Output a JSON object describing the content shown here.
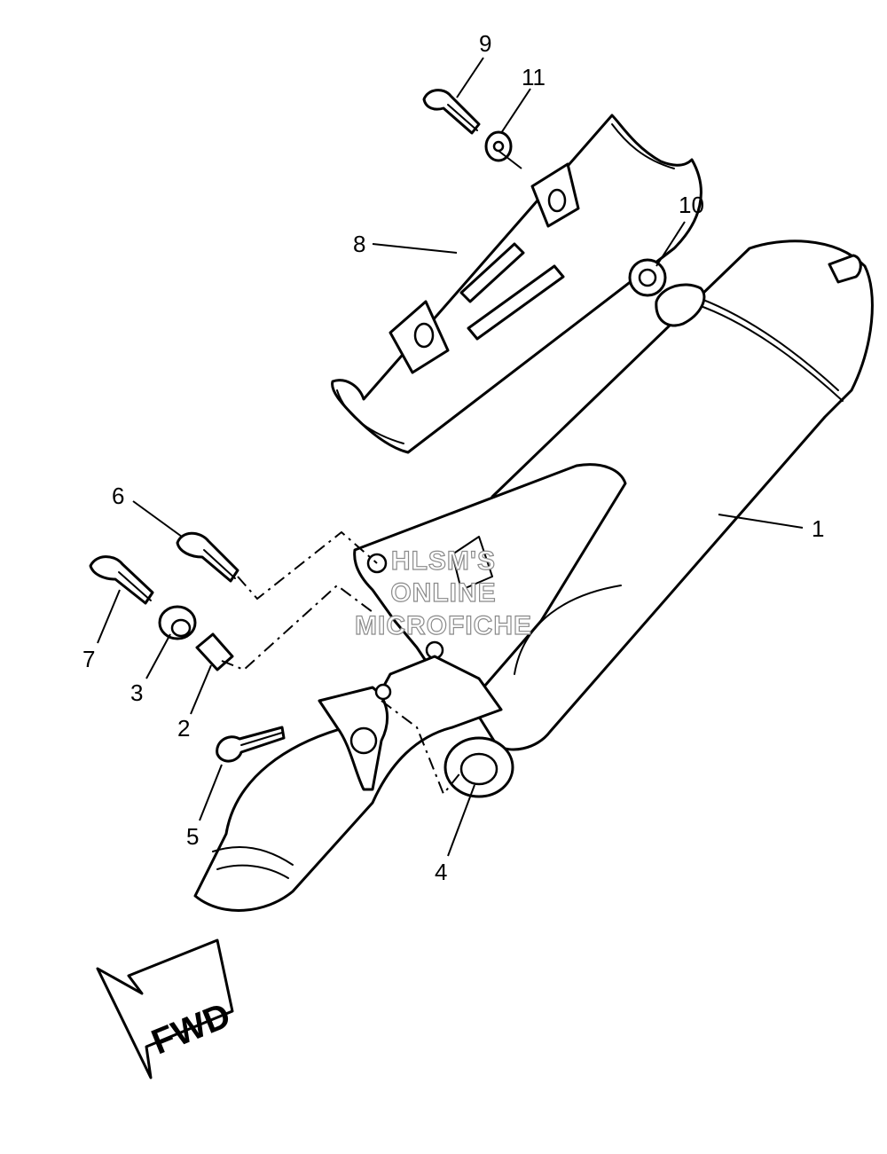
{
  "callouts": [
    {
      "id": "1",
      "label": "1"
    },
    {
      "id": "2",
      "label": "2"
    },
    {
      "id": "3",
      "label": "3"
    },
    {
      "id": "4",
      "label": "4"
    },
    {
      "id": "5",
      "label": "5"
    },
    {
      "id": "6",
      "label": "6"
    },
    {
      "id": "7",
      "label": "7"
    },
    {
      "id": "8",
      "label": "8"
    },
    {
      "id": "9",
      "label": "9"
    },
    {
      "id": "10",
      "label": "10"
    },
    {
      "id": "11",
      "label": "11"
    }
  ],
  "watermark": {
    "line1": "HLSM'S",
    "line2": "ONLINE",
    "line3": "MICROFICHE"
  },
  "direction_arrow": {
    "label": "FWD"
  }
}
